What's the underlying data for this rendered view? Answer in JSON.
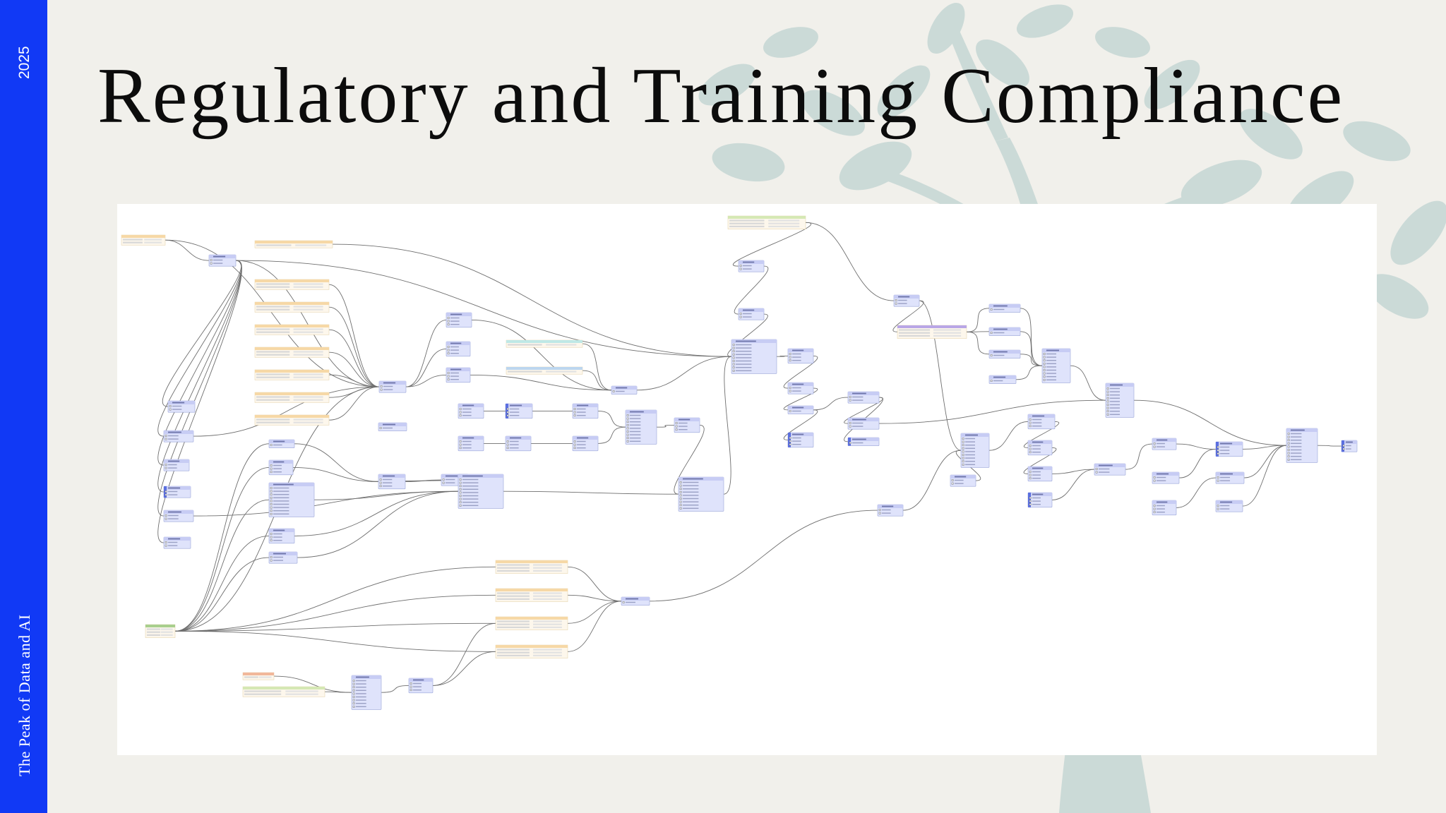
{
  "slide": {
    "title": "Regulatory and Training Compliance",
    "year": "2025",
    "footer": "The Peak of Data and AI"
  },
  "colors": {
    "sidebar": "#1139f5",
    "background": "#f1f0eb",
    "tree": "#c5d6d4",
    "canvas": "#ffffff",
    "transformer": "#dfe3fb",
    "transformer_accent": "#5b6fe0",
    "annotation_orange": "#f6d8a6",
    "annotation_green": "#d5e8b4",
    "annotation_teal": "#bfe8e6",
    "annotation_blue": "#bcd6ef",
    "annotation_purple": "#b9a6e6",
    "annotation_salmon": "#f1b79a",
    "reader_green": "#a8cf8e",
    "connector": "#6e6e6e"
  }
}
